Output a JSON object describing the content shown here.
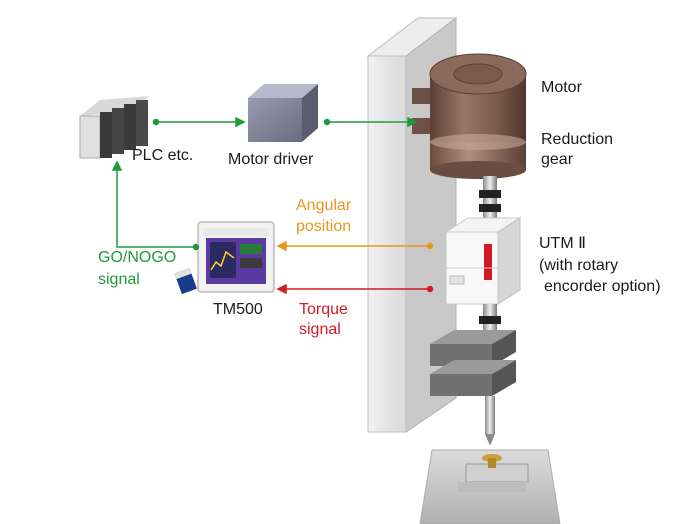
{
  "labels": {
    "motor": "Motor",
    "reduction_gear": [
      "Reduction",
      "gear"
    ],
    "plc": "PLC etc.",
    "motor_driver": "Motor driver",
    "angular_position": [
      "Angular",
      "position"
    ],
    "utm": [
      "UTM Ⅱ",
      "(with rotary",
      "encorder option)"
    ],
    "go_nogo": [
      "GO/NOGO",
      "signal"
    ],
    "tm500": "TM500",
    "torque_signal": [
      "Torque",
      "signal"
    ]
  },
  "colors": {
    "green_signal": "#1e9a3c",
    "orange_signal": "#e8961e",
    "red_signal": "#d11a22",
    "motor_brown": "#7a5a4c",
    "panel_gray": "#e6e6e6"
  },
  "icons": [
    "plc-unit-icon",
    "motor-driver-box-icon",
    "tm500-display-icon",
    "sd-card-icon",
    "motor-icon",
    "utm-sensor-icon",
    "clamp-icon",
    "screw-bit-icon",
    "workpiece-icon"
  ]
}
